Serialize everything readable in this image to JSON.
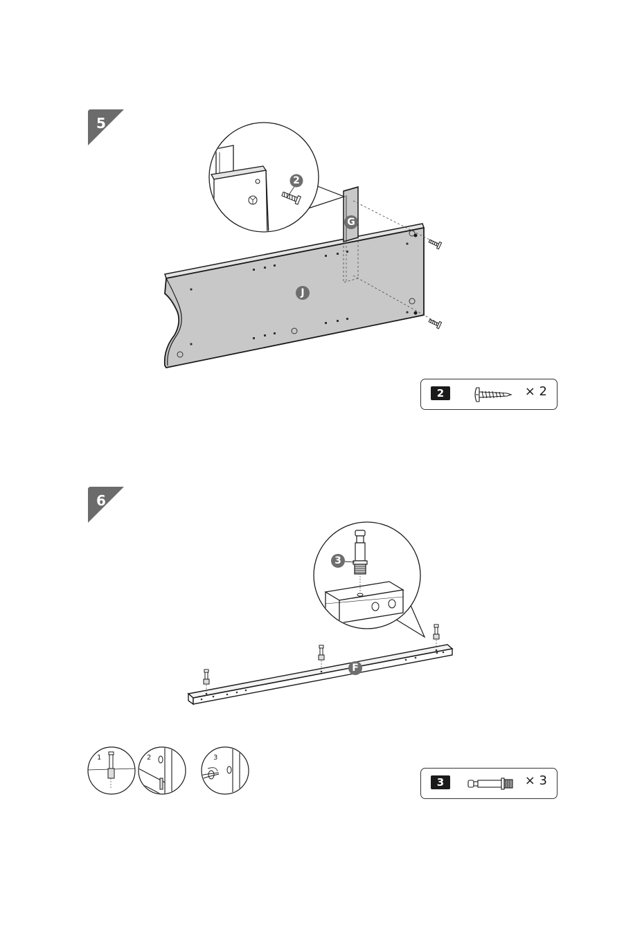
{
  "steps": [
    {
      "number": "5",
      "parts": [
        "J",
        "G"
      ],
      "hardware_callout": "2",
      "hardware": {
        "id": "2",
        "qty": "× 2",
        "icon": "screw-icon"
      }
    },
    {
      "number": "6",
      "parts": [
        "F"
      ],
      "hardware_callout": "3",
      "hardware": {
        "id": "3",
        "qty": "× 3",
        "icon": "cam-bolt-icon"
      },
      "detail_steps": [
        "1",
        "2",
        "3"
      ]
    }
  ],
  "colors": {
    "badge": "#6b6b6b",
    "panel": "#c8c8c8",
    "callout": "#6e6e6e",
    "line": "#1a1a1a"
  }
}
